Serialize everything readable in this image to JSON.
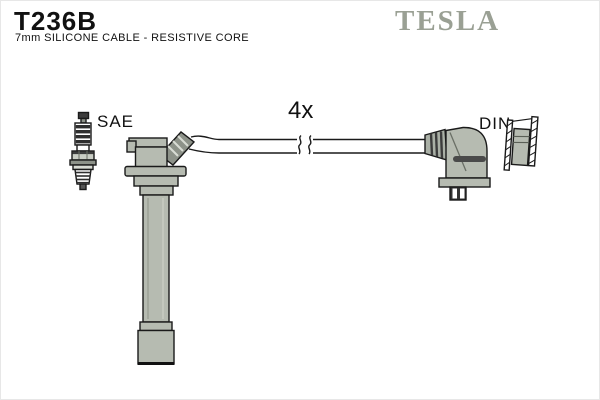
{
  "header": {
    "part_number": "T236B",
    "description": "7mm SILICONE CABLE - RESISTIVE CORE",
    "brand_logo": "TESLA"
  },
  "labels": {
    "plug_connector_standard": "SAE",
    "cable_quantity": "4x",
    "coil_connector_standard": "DIN"
  },
  "colors": {
    "brand_gray": "#9aa094",
    "part_fill": "#b6bbb1",
    "part_fill_dark": "#8d9289",
    "outline": "#1a1a1a"
  }
}
